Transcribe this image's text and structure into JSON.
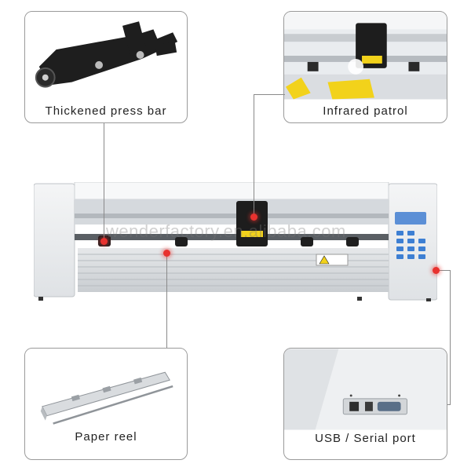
{
  "callouts": {
    "top_left": {
      "label": "Thickened press bar",
      "icon": "press-bar-photo"
    },
    "top_right": {
      "label": "Infrared patrol",
      "icon": "infrared-patrol-photo"
    },
    "bottom_left": {
      "label": "Paper reel",
      "icon": "paper-reel-photo"
    },
    "bottom_right": {
      "label": "USB / Serial port",
      "icon": "usb-serial-port-photo"
    }
  },
  "watermark": "wenderfactory.en.alibaba.com",
  "colors": {
    "marker": "#e8322f",
    "panel_screen": "#5b8fd6",
    "keys": "#3d7fd3",
    "warning": "#f2d21b"
  }
}
